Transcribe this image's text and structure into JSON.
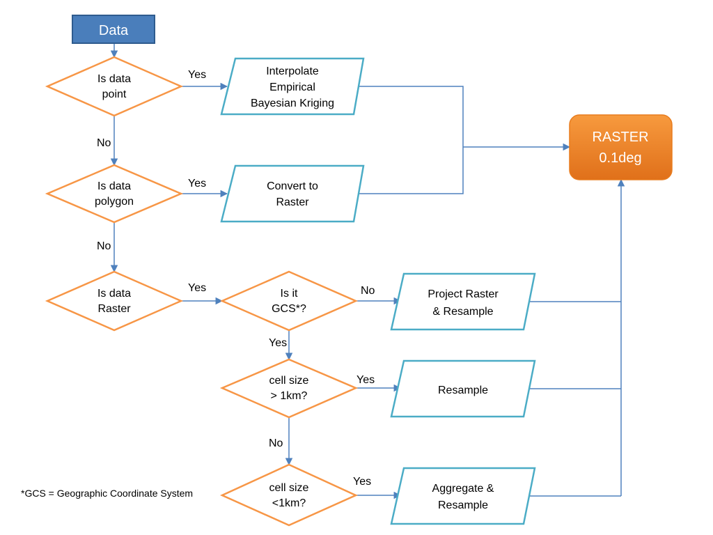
{
  "colors": {
    "start_fill": "#4a7ebb",
    "start_stroke": "#2e5b8e",
    "decision_stroke": "#f79646",
    "process_stroke": "#4bacc6",
    "end_fill": "#f0821e",
    "connector": "#4f81bd"
  },
  "nodes": {
    "start": {
      "label": "Data"
    },
    "end": {
      "line1": "RASTER",
      "line2": "0.1deg"
    },
    "d_point": {
      "line1": "Is data",
      "line2": "point"
    },
    "d_polygon": {
      "line1": "Is data",
      "line2": "polygon"
    },
    "d_raster": {
      "line1": "Is data",
      "line2": "Raster"
    },
    "d_gcs": {
      "line1": "Is it",
      "line2": "GCS*?"
    },
    "d_cell_gt": {
      "line1": "cell size",
      "line2": "> 1km?"
    },
    "d_cell_lt": {
      "line1": "cell size",
      "line2": "<1km?"
    },
    "p_interpolate": {
      "line1": "Interpolate",
      "line2": "Empirical",
      "line3": "Bayesian Kriging"
    },
    "p_convert": {
      "line1": "Convert to",
      "line2": "Raster"
    },
    "p_project": {
      "line1": "Project Raster",
      "line2": "& Resample"
    },
    "p_resample": {
      "line1": "Resample"
    },
    "p_aggregate": {
      "line1": "Aggregate &",
      "line2": "Resample"
    }
  },
  "edge_labels": {
    "point_yes": "Yes",
    "point_no": "No",
    "polygon_yes": "Yes",
    "polygon_no": "No",
    "raster_yes": "Yes",
    "gcs_no": "No",
    "gcs_yes": "Yes",
    "cell_gt_yes": "Yes",
    "cell_gt_no": "No",
    "cell_lt_yes": "Yes"
  },
  "footnote": "*GCS = Geographic Coordinate System"
}
